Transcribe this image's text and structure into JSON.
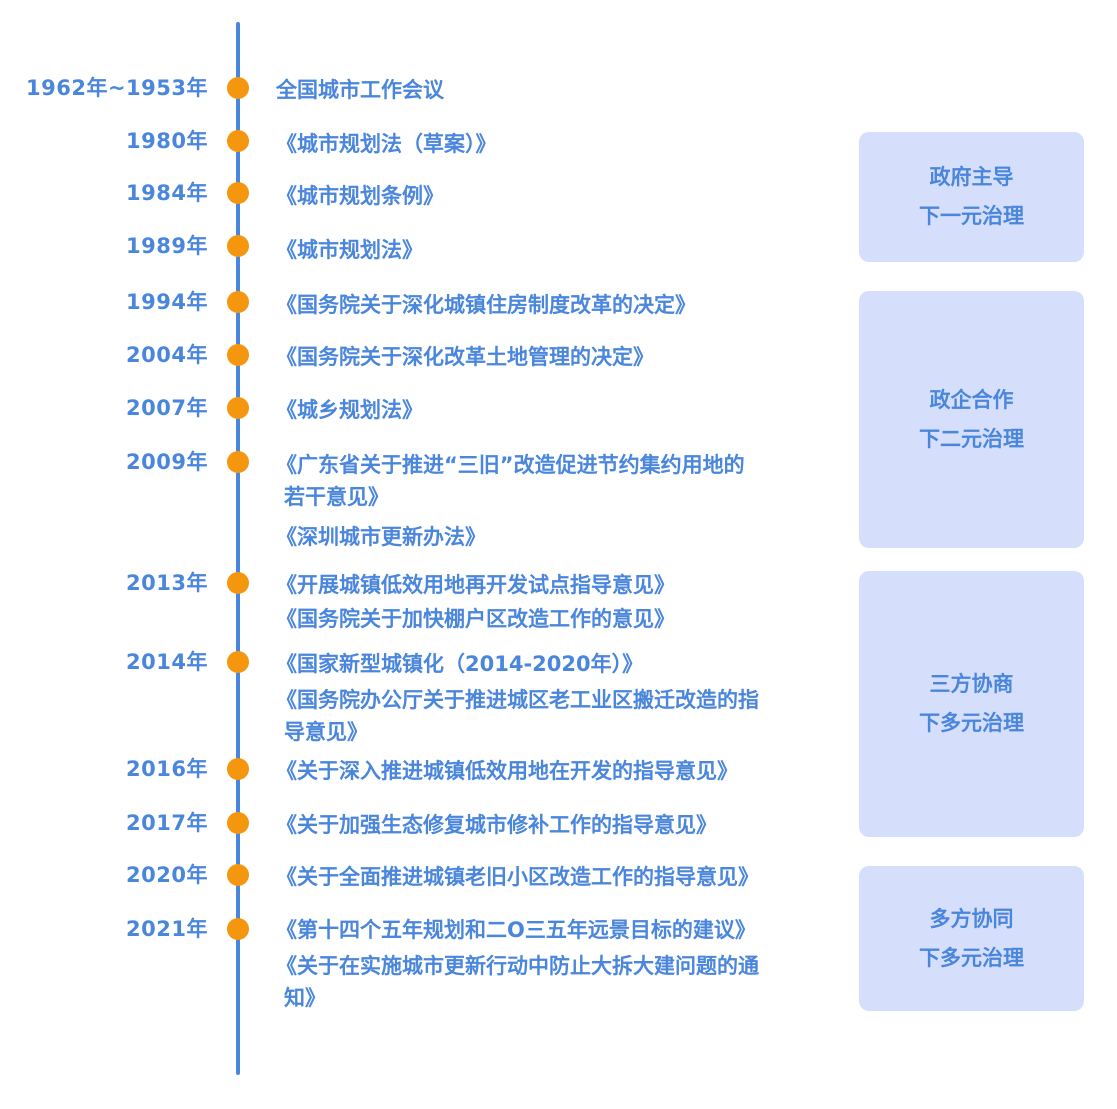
{
  "timeline": [
    {
      "year": "1962年~1953年",
      "events": [
        "全国城市工作会议"
      ]
    },
    {
      "year": "1980年",
      "events": [
        "《城市规划法（草案）》"
      ]
    },
    {
      "year": "1984年",
      "events": [
        "《城市规划条例》"
      ]
    },
    {
      "year": "1989年",
      "events": [
        "《城市规划法》"
      ]
    },
    {
      "year": "1994年",
      "events": [
        "《国务院关于深化城镇住房制度改革的决定》"
      ]
    },
    {
      "year": "2004年",
      "events": [
        "《国务院关于深化改革土地管理的决定》"
      ]
    },
    {
      "year": "2007年",
      "events": [
        "《城乡规划法》"
      ]
    },
    {
      "year": "2009年",
      "events": [
        {
          "line1": "《广东省关于推进“三旧”改造促进节约集约用地的",
          "line2": "若干意见》"
        },
        "《深圳城市更新办法》"
      ]
    },
    {
      "year": "2013年",
      "events": [
        "《开展城镇低效用地再开发试点指导意见》",
        "《国务院关于加快棚户区改造工作的意见》"
      ]
    },
    {
      "year": "2014年",
      "events": [
        "《国家新型城镇化（2014-2020年）》",
        {
          "line1": "《国务院办公厅关于推进城区老工业区搬迁改造的指",
          "line2": "导意见》"
        }
      ]
    },
    {
      "year": "2016年",
      "events": [
        "《关于深入推进城镇低效用地在开发的指导意见》"
      ]
    },
    {
      "year": "2017年",
      "events": [
        "《关于加强生态修复城市修补工作的指导意见》"
      ]
    },
    {
      "year": "2020年",
      "events": [
        "《关于全面推进城镇老旧小区改造工作的指导意见》"
      ]
    },
    {
      "year": "2021年",
      "events": [
        "《第十四个五年规划和二O三五年远景目标的建议》",
        {
          "line1": "《关于在实施城市更新行动中防止大拆大建问题的通",
          "line2": "知》"
        }
      ]
    }
  ],
  "stages": [
    {
      "line1": "政府主导",
      "line2": "下一元治理"
    },
    {
      "line1": "政企合作",
      "line2": "下二元治理"
    },
    {
      "line1": "三方协商",
      "line2": "下多元治理"
    },
    {
      "line1": "多方协同",
      "line2": "下多元治理"
    }
  ],
  "colors": {
    "axis": "#4a86dc",
    "text": "#4a86dc",
    "dot": "#f5960f",
    "band": "#d5dffb"
  }
}
